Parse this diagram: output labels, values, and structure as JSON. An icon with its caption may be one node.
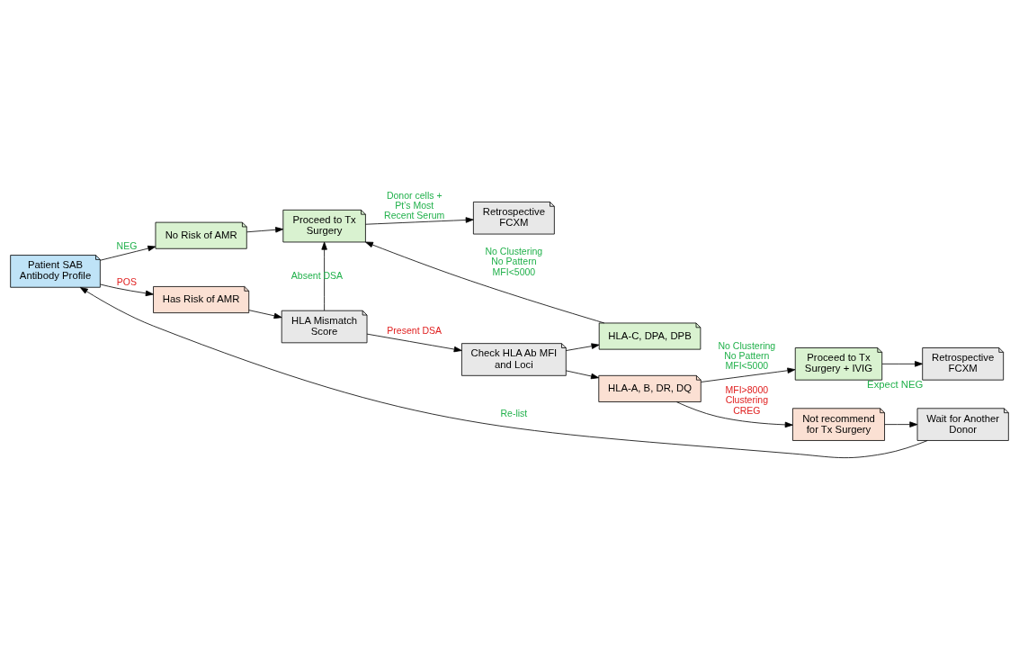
{
  "diagram": {
    "nodes": [
      {
        "text": [
          "Patient SAB Antibody Profile"
        ]
      },
      {
        "text": [
          "No Risk of AMR"
        ]
      },
      {
        "text": [
          "Proceed to Tx Surgery"
        ]
      },
      {
        "text": [
          "Retrospective FCXM"
        ]
      },
      {
        "text": [
          "Has Risk of AMR"
        ]
      },
      {
        "text": [
          "HLA Mismatch Score"
        ]
      },
      {
        "text": [
          "Check HLA Ab MFI and Loci"
        ]
      },
      {
        "text": [
          "HLA-C, DPA, DPB"
        ]
      },
      {
        "text": [
          "HLA-A, B, DR, DQ"
        ]
      },
      {
        "text": [
          "Proceed to Tx Surgery + IVIG"
        ]
      },
      {
        "text": [
          "Not recommend for Tx Surgery"
        ]
      },
      {
        "text": [
          "Retrospective FCXM"
        ],
        "beside": [
          "Expect NEG"
        ]
      },
      {
        "text": [
          "Wait for Another Donor"
        ]
      }
    ],
    "edges": [
      {
        "from": 0,
        "to": 1,
        "arrow": "to",
        "label": "NEG"
      },
      {
        "from": 1,
        "to": 2,
        "arrow": "to"
      },
      {
        "from": 2,
        "to": 3,
        "arrow": "to",
        "label": "Donor cells + Pt’s Most Recent Serum"
      },
      {
        "from": 0,
        "to": 4,
        "arrow": "to",
        "label": "POS"
      },
      {
        "from": 4,
        "to": 5,
        "arrow": "to"
      },
      {
        "from": 5,
        "to": 2,
        "arrow": "to",
        "label": "Absent DSA"
      },
      {
        "from": 5,
        "to": 6,
        "arrow": "to",
        "label": "Present DSA"
      },
      {
        "from": 6,
        "to": 7,
        "arrow": "to"
      },
      {
        "from": 7,
        "to": 2,
        "arrow": "to",
        "label": "No Clustering No Pattern MFI<5000"
      },
      {
        "from": 6,
        "to": 8,
        "arrow": "to"
      },
      {
        "from": 8,
        "to": 9,
        "arrow": "to",
        "label": "No Clustering No Pattern MFI<5000"
      },
      {
        "from": 8,
        "to": 10,
        "arrow": "to",
        "label": "MFI>8000 Clustering CREG"
      },
      {
        "from": 9,
        "to": 11,
        "arrow": "to"
      },
      {
        "from": 10,
        "to": 12,
        "arrow": "to"
      },
      {
        "from": 12,
        "to": 0,
        "arrow": "to",
        "label": "Re-list"
      }
    ]
  }
}
